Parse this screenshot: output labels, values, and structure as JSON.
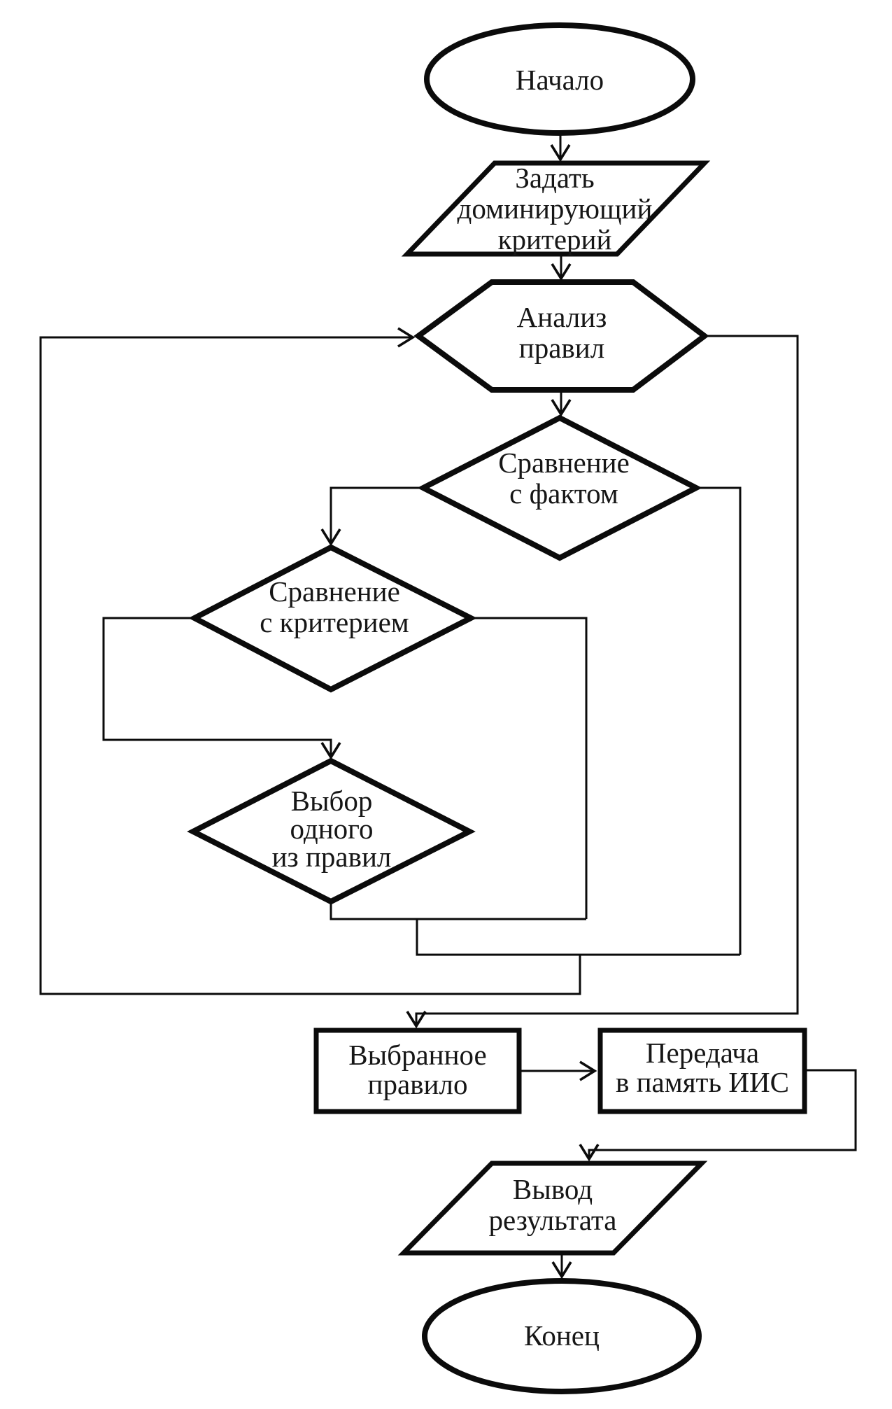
{
  "diagram": {
    "language": "ru",
    "colors": {
      "ink": "#0b0b0b",
      "background": "#ffffff"
    },
    "nodes": [
      {
        "id": "start",
        "type": "terminator",
        "label": "Начало"
      },
      {
        "id": "set-criterion",
        "type": "io",
        "lines": [
          "Задать",
          "доминирующий",
          "критерий"
        ]
      },
      {
        "id": "analyze-rules",
        "type": "preparation",
        "lines": [
          "Анализ",
          "правил"
        ]
      },
      {
        "id": "compare-fact",
        "type": "decision",
        "lines": [
          "Сравнение",
          "с фактом"
        ]
      },
      {
        "id": "compare-criterion",
        "type": "decision",
        "lines": [
          "Сравнение",
          "с критерием"
        ]
      },
      {
        "id": "choose-rule",
        "type": "decision",
        "lines": [
          "Выбор",
          "одного",
          "из правил"
        ]
      },
      {
        "id": "selected-rule",
        "type": "process",
        "lines": [
          "Выбранное",
          "правило"
        ]
      },
      {
        "id": "store-memory",
        "type": "process",
        "lines": [
          "Передача",
          "в память ИИС"
        ]
      },
      {
        "id": "output-result",
        "type": "io",
        "lines": [
          "Вывод",
          "результата"
        ]
      },
      {
        "id": "end",
        "type": "terminator",
        "label": "Конец"
      }
    ],
    "edges": [
      {
        "from": "start",
        "to": "set-criterion",
        "arrow": true
      },
      {
        "from": "set-criterion",
        "to": "analyze-rules",
        "arrow": true
      },
      {
        "from": "analyze-rules",
        "to": "compare-fact",
        "arrow": true
      },
      {
        "from": "compare-fact",
        "to": "compare-criterion",
        "arrow": true,
        "side": "left"
      },
      {
        "from": "compare-criterion",
        "to": "choose-rule",
        "arrow": true,
        "side": "left-loop"
      },
      {
        "from": "compare-fact",
        "to": "merge-line",
        "arrow": false,
        "side": "right"
      },
      {
        "from": "compare-criterion",
        "to": "merge-line",
        "arrow": false,
        "side": "right"
      },
      {
        "from": "choose-rule",
        "to": "merge-line",
        "arrow": false,
        "side": "bottom"
      },
      {
        "from": "merge-line",
        "to": "analyze-rules",
        "arrow": true,
        "side": "outer-left-loop"
      },
      {
        "from": "analyze-rules",
        "to": "selected-rule",
        "arrow": true,
        "side": "outer-right"
      },
      {
        "from": "selected-rule",
        "to": "store-memory",
        "arrow": true
      },
      {
        "from": "store-memory",
        "to": "output-result",
        "arrow": true
      },
      {
        "from": "output-result",
        "to": "end",
        "arrow": true
      }
    ]
  }
}
